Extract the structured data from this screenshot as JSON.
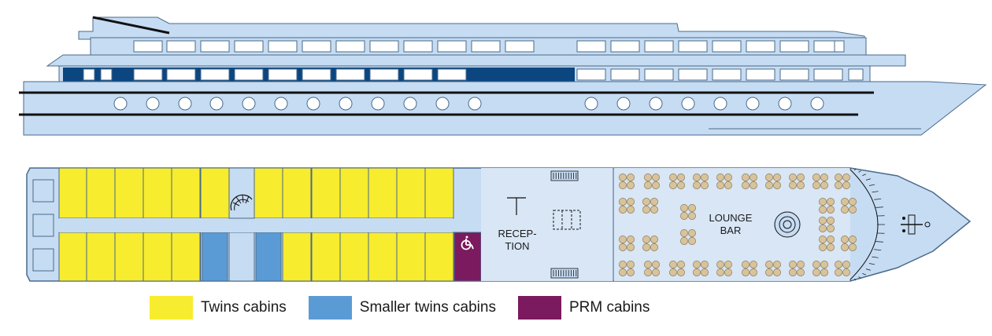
{
  "colors": {
    "hull": "#c6dcf3",
    "hull_dark": "#b3cfec",
    "outline": "#4a6a8a",
    "navy": "#0b4680",
    "twin": "#f7ec2d",
    "smaller_twin": "#5b9bd5",
    "prm": "#7b1a5e",
    "deck": "#d8e6f5",
    "table": "#d9c39a",
    "table_edge": "#8a7a5a",
    "black": "#111111"
  },
  "labels": {
    "reception_line1": "RECEP-",
    "reception_line2": "TION",
    "lounge_line1": "LOUNGE",
    "lounge_line2": "BAR"
  },
  "legend": [
    {
      "key": "twin",
      "label": "Twins cabins"
    },
    {
      "key": "smaller_twin",
      "label": "Smaller twins cabins"
    },
    {
      "key": "prm",
      "label": "PRM cabins"
    }
  ],
  "icons": {
    "prm": "wheelchair-icon",
    "staircase": "spiral-staircase-icon",
    "bow": "anchor-winch-icon"
  }
}
